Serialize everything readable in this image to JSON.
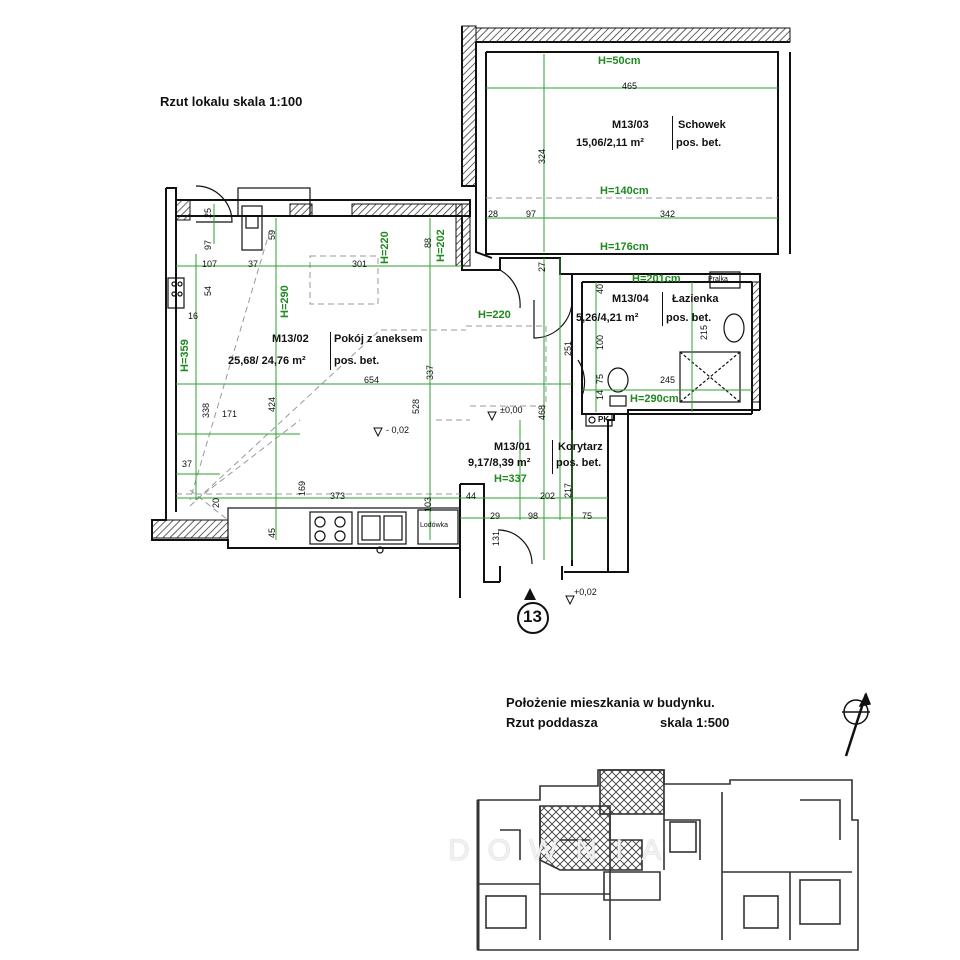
{
  "title_plan": "Rzut lokalu skala 1:100",
  "title_location_1": "Położenie mieszkania w budynku.",
  "title_location_2": "Rzut poddasza",
  "title_location_scale": "skala 1:500",
  "unit_number": "13",
  "watermark": "DOWNIA",
  "fridge_label": "Lodówka",
  "washer_label": "Pralka",
  "pk_label": "PK",
  "rooms": {
    "schowek": {
      "code": "M13/03",
      "name": "Schowek",
      "area": "15,06/2,11 m²",
      "floor": "pos. bet."
    },
    "pokoj": {
      "code": "M13/02",
      "name": "Pokój z aneksem",
      "area": "25,68/ 24,76 m²",
      "floor": "pos. bet."
    },
    "lazienka": {
      "code": "M13/04",
      "name": "Łazienka",
      "area": "5,26/4,21 m²",
      "floor": "pos. bet."
    },
    "korytarz": {
      "code": "M13/01",
      "name": "Korytarz",
      "area": "9,17/8,39 m²",
      "floor": "pos. bet."
    }
  },
  "levels": {
    "l000": "±0,00",
    "lm002": "- 0,02",
    "lp002": "+0,02"
  },
  "heights": {
    "h50": "H=50cm",
    "h140": "H=140cm",
    "h176": "H=176cm",
    "h201": "H=201cm",
    "h220a": "H=220",
    "h202": "H=202",
    "h290": "H=290",
    "h359": "H=359",
    "h220b": "H=220",
    "h290cm": "H=290cm",
    "h337": "H=337"
  },
  "dims": {
    "d465": "465",
    "d324": "324",
    "d28": "28",
    "d97": "97",
    "d342": "342",
    "d27": "27",
    "d40": "40",
    "d107": "107",
    "d37a": "37",
    "d301": "301",
    "d25": "25",
    "d97b": "97",
    "d59": "59",
    "d88": "88",
    "d54": "54",
    "d16": "16",
    "d654": "654",
    "d251": "251",
    "d100": "100",
    "d215": "215",
    "d245": "245",
    "d14": "14",
    "d75a": "75",
    "d171": "171",
    "d338": "338",
    "d424": "424",
    "d337": "337",
    "d528": "528",
    "d468": "468",
    "d37b": "37",
    "d373": "373",
    "d169": "169",
    "d44": "44",
    "d202": "202",
    "d217": "217",
    "d103": "103",
    "d29": "29",
    "d98": "98",
    "d75b": "75",
    "d131": "131",
    "d45": "45",
    "d20": "20"
  }
}
